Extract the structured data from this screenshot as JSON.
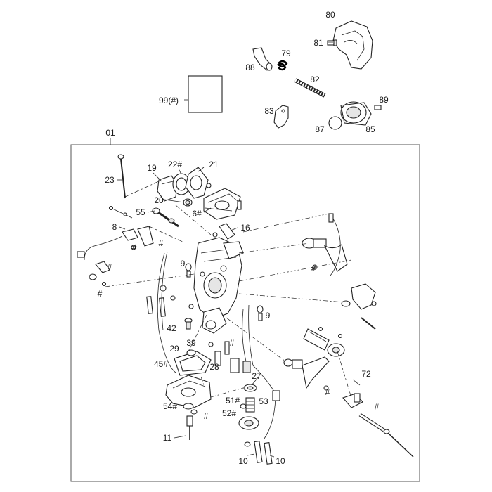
{
  "diagram": {
    "kind": "exploded parts diagram",
    "group_label": "01",
    "callouts": [
      {
        "id": "c80",
        "text": "80"
      },
      {
        "id": "c81",
        "text": "81"
      },
      {
        "id": "c79",
        "text": "79"
      },
      {
        "id": "c88",
        "text": "88"
      },
      {
        "id": "c82",
        "text": "82"
      },
      {
        "id": "c99",
        "text": "99(#)"
      },
      {
        "id": "c89",
        "text": "89"
      },
      {
        "id": "c83",
        "text": "83"
      },
      {
        "id": "c87",
        "text": "87"
      },
      {
        "id": "c85",
        "text": "85"
      },
      {
        "id": "c22",
        "text": "22#"
      },
      {
        "id": "c21",
        "text": "21"
      },
      {
        "id": "c19",
        "text": "19"
      },
      {
        "id": "c23",
        "text": "23"
      },
      {
        "id": "c20",
        "text": "20"
      },
      {
        "id": "c55",
        "text": "55"
      },
      {
        "id": "c6",
        "text": "6#"
      },
      {
        "id": "c8",
        "text": "8"
      },
      {
        "id": "c16",
        "text": "16"
      },
      {
        "id": "c9a",
        "text": "9"
      },
      {
        "id": "c9b",
        "text": "9"
      },
      {
        "id": "c42",
        "text": "42"
      },
      {
        "id": "c39",
        "text": "39"
      },
      {
        "id": "c29",
        "text": "29"
      },
      {
        "id": "c45",
        "text": "45#"
      },
      {
        "id": "c28",
        "text": "28"
      },
      {
        "id": "c27",
        "text": "27"
      },
      {
        "id": "c72",
        "text": "72"
      },
      {
        "id": "c54",
        "text": "54#"
      },
      {
        "id": "c51",
        "text": "51#"
      },
      {
        "id": "c53",
        "text": "53"
      },
      {
        "id": "c52",
        "text": "52#"
      },
      {
        "id": "c11",
        "text": "11"
      },
      {
        "id": "c10a",
        "text": "10"
      },
      {
        "id": "c10b",
        "text": "10"
      }
    ],
    "hash_marks": [
      {
        "id": "h1",
        "text": "#"
      },
      {
        "id": "h2",
        "text": "#"
      },
      {
        "id": "h3",
        "text": "#"
      },
      {
        "id": "h4",
        "text": "#"
      },
      {
        "id": "h5",
        "text": "#"
      },
      {
        "id": "h6",
        "text": "#"
      },
      {
        "id": "h7",
        "text": "#"
      },
      {
        "id": "h8",
        "text": "#"
      },
      {
        "id": "h9",
        "text": "#"
      }
    ]
  }
}
